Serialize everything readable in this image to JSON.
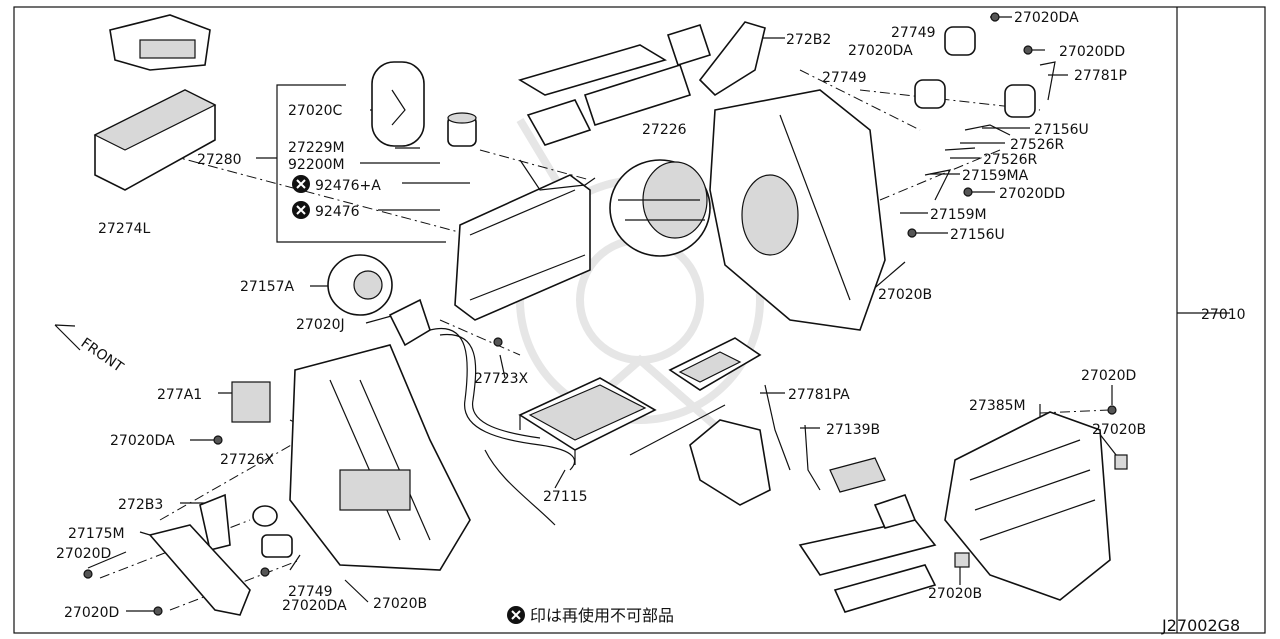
{
  "labels": {
    "l27020DA_a": "27020DA",
    "l27749_a": "27749",
    "l27020DA_b": "27020DA",
    "l27020DD_a": "27020DD",
    "l27749_b": "27749",
    "l27781P": "27781P",
    "l272B2": "272B2",
    "l27226": "27226",
    "l27156U_a": "27156U",
    "l27526R_a": "27526R",
    "l27526R_b": "27526R",
    "l27159MA": "27159MA",
    "l27020DD_b": "27020DD",
    "l27159M": "27159M",
    "l27156U_b": "27156U",
    "l27020B_a": "27020B",
    "l27010": "27010",
    "l27020C": "27020C",
    "l27229M": "27229M",
    "l27280": "27280",
    "l92200M": "92200M",
    "l92476A": "92476+A",
    "l92476": "92476",
    "l27274L": "27274L",
    "l27157A": "27157A",
    "l27020J": "27020J",
    "l27723X": "27723X",
    "l277A1": "277A1",
    "l27020DA_c": "27020DA",
    "l27726X": "27726X",
    "l272B3": "272B3",
    "l27175M": "27175M",
    "l27020D_a": "27020D",
    "l27020D_b": "27020D",
    "l27749_c": "27749",
    "l27020DA_d": "27020DA",
    "l27020B_b": "27020B",
    "l27115": "27115",
    "l27781PA": "27781PA",
    "l27139B": "27139B",
    "l27385M": "27385M",
    "l27020D_c": "27020D",
    "l27020B_c": "27020B",
    "l27020B_d": "27020B",
    "front": "FRONT",
    "legend": "印は再使用不可部品",
    "diagram_code": "J27002G8"
  }
}
